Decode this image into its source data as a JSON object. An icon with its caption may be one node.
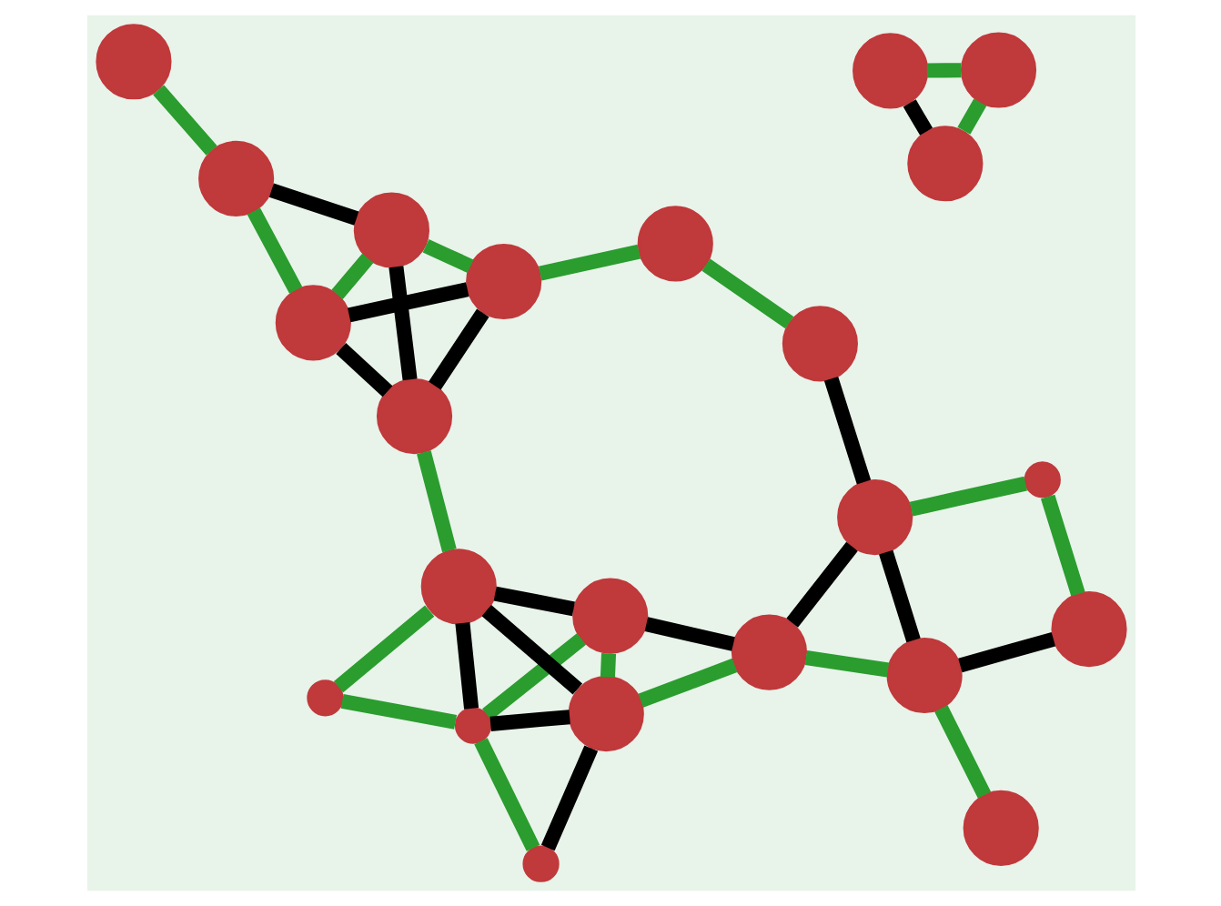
{
  "diagram": {
    "nodes": [
      {
        "text": [],
        "shape": "circle"
      },
      {
        "text": [],
        "shape": "circle"
      },
      {
        "text": [],
        "shape": "circle"
      },
      {
        "text": [],
        "shape": "circle"
      },
      {
        "text": [],
        "shape": "circle"
      },
      {
        "text": [],
        "shape": "circle"
      },
      {
        "text": [],
        "shape": "circle"
      },
      {
        "text": [],
        "shape": "circle"
      },
      {
        "text": [],
        "shape": "circle"
      },
      {
        "text": [],
        "shape": "circle"
      },
      {
        "text": [],
        "shape": "circle"
      },
      {
        "text": [],
        "shape": "circle"
      },
      {
        "text": [],
        "shape": "circle"
      },
      {
        "text": [],
        "shape": "circle"
      },
      {
        "text": [],
        "shape": "circle"
      },
      {
        "text": [],
        "shape": "circle"
      },
      {
        "text": [],
        "shape": "circle"
      },
      {
        "text": [],
        "shape": "circle"
      },
      {
        "text": [],
        "shape": "circle"
      },
      {
        "text": [],
        "shape": "circle"
      },
      {
        "text": [],
        "shape": "circle"
      },
      {
        "text": [],
        "shape": "circle"
      },
      {
        "text": [],
        "shape": "circle"
      }
    ],
    "edges": [
      {
        "from": 0,
        "to": 1,
        "arrow": "none",
        "color": "#2a9d2e"
      },
      {
        "from": 0,
        "to": 2,
        "arrow": "none",
        "color": "#000000"
      },
      {
        "from": 2,
        "to": 1,
        "arrow": "none",
        "color": "#2a9d2e"
      },
      {
        "from": 3,
        "to": 5,
        "arrow": "none",
        "color": "#2a9d2e"
      },
      {
        "from": 3,
        "to": 9,
        "arrow": "none",
        "color": "#000000"
      },
      {
        "from": 5,
        "to": 4,
        "arrow": "none",
        "color": "#2a9d2e"
      },
      {
        "from": 6,
        "to": 5,
        "arrow": "none",
        "color": "#2a9d2e"
      },
      {
        "from": 6,
        "to": 7,
        "arrow": "none",
        "color": "#2a9d2e"
      },
      {
        "from": 5,
        "to": 7,
        "arrow": "none",
        "color": "#000000"
      },
      {
        "from": 5,
        "to": 9,
        "arrow": "none",
        "color": "#000000"
      },
      {
        "from": 4,
        "to": 7,
        "arrow": "none",
        "color": "#000000"
      },
      {
        "from": 4,
        "to": 9,
        "arrow": "none",
        "color": "#2a9d2e"
      },
      {
        "from": 4,
        "to": 10,
        "arrow": "none",
        "color": "#000000"
      },
      {
        "from": 7,
        "to": 9,
        "arrow": "none",
        "color": "#000000"
      },
      {
        "from": 9,
        "to": 10,
        "arrow": "none",
        "color": "#2a9d2e"
      },
      {
        "from": 10,
        "to": 8,
        "arrow": "none",
        "color": "#2a9d2e"
      },
      {
        "from": 8,
        "to": 11,
        "arrow": "none",
        "color": "#2a9d2e"
      },
      {
        "from": 8,
        "to": 17,
        "arrow": "none",
        "color": "#000000"
      },
      {
        "from": 8,
        "to": 15,
        "arrow": "none",
        "color": "#000000"
      },
      {
        "from": 10,
        "to": 17,
        "arrow": "none",
        "color": "#000000"
      },
      {
        "from": 7,
        "to": 13,
        "arrow": "none",
        "color": "#2a9d2e"
      },
      {
        "from": 12,
        "to": 16,
        "arrow": "none",
        "color": "#2a9d2e"
      },
      {
        "from": 16,
        "to": 14,
        "arrow": "none",
        "color": "#2a9d2e"
      },
      {
        "from": 16,
        "to": 19,
        "arrow": "none",
        "color": "#000000"
      },
      {
        "from": 14,
        "to": 13,
        "arrow": "none",
        "color": "#000000"
      },
      {
        "from": 14,
        "to": 19,
        "arrow": "none",
        "color": "#2a9d2e"
      },
      {
        "from": 14,
        "to": 20,
        "arrow": "none",
        "color": "#000000"
      },
      {
        "from": 13,
        "to": 19,
        "arrow": "none",
        "color": "#000000"
      },
      {
        "from": 13,
        "to": 20,
        "arrow": "none",
        "color": "#000000"
      },
      {
        "from": 19,
        "to": 20,
        "arrow": "none",
        "color": "#2a9d2e"
      },
      {
        "from": 20,
        "to": 22,
        "arrow": "none",
        "color": "#2a9d2e"
      },
      {
        "from": 22,
        "to": 21,
        "arrow": "none",
        "color": "#2a9d2e"
      },
      {
        "from": 21,
        "to": 17,
        "arrow": "none",
        "color": "#000000"
      },
      {
        "from": 17,
        "to": 18,
        "arrow": "none",
        "color": "#2a9d2e"
      },
      {
        "from": 18,
        "to": 15,
        "arrow": "none",
        "color": "#2a9d2e"
      }
    ]
  }
}
